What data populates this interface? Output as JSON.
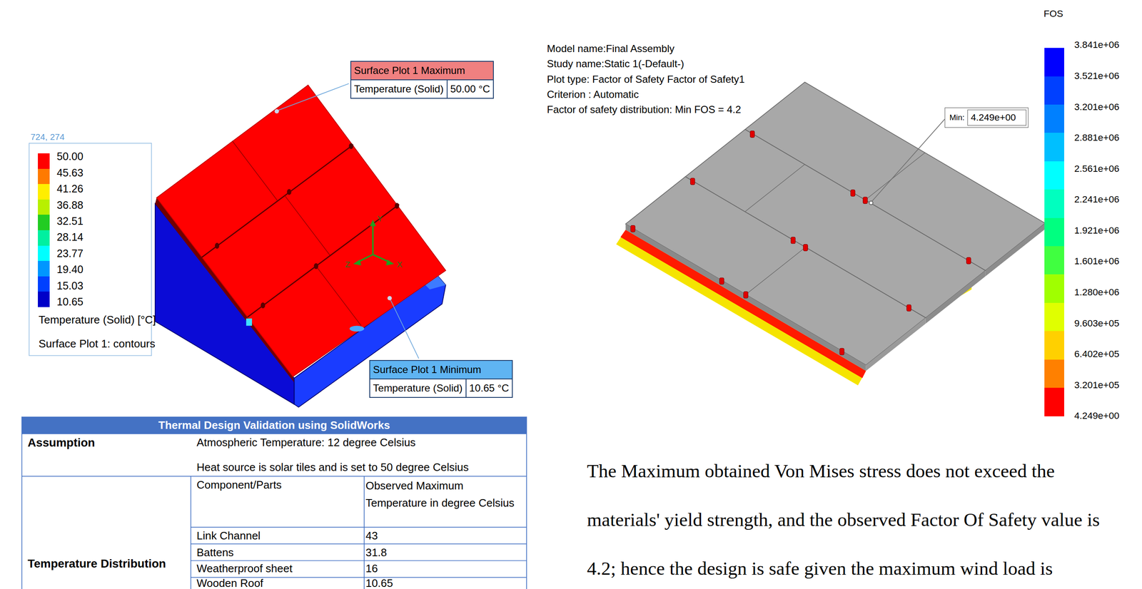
{
  "diagram": {
    "nodes": [
      {
        "text": [
          "Surface Plot 1 Maximum",
          "Temperature (Solid)",
          "50.00 °C"
        ]
      },
      {
        "text": [
          "Surface Plot 1 Minimum",
          "Temperature (Solid)",
          "10.65 °C"
        ]
      },
      {
        "text": [
          "Min:",
          "4.249e+00"
        ]
      }
    ],
    "labels": [
      "724, 274",
      "Temperature (Solid) [°C]",
      "Surface Plot 1: contours",
      "Thermal Design Validation using SolidWorks",
      "Assumption",
      "Atmospheric Temperature: 12 degree Celsius",
      "Heat source is solar tiles and is set to 50 degree Celsius",
      "Temperature Distribution",
      "Component/Parts",
      "Observed Maximum Temperature in degree Celsius",
      "Link Channel",
      "43",
      "Battens",
      "31.8",
      "Weatherproof sheet",
      "16",
      "Wooden Roof",
      "10.65",
      "Model name:Final Assembly",
      "Study name:Static 1(-Default-)",
      "Plot type: Factor of Safety Factor of Safety1",
      "Criterion : Automatic",
      "Factor of safety distribution: Min FOS = 4.2",
      "FOS",
      "The Maximum obtained Von Mises stress does not exceed the materials' yield strength, and the observed Factor Of Safety value is 4.2; hence the design is safe given the maximum wind load is",
      "Y",
      "Z",
      "X"
    ],
    "legend": [
      {
        "text": "50.00",
        "color": "#ff0000"
      },
      {
        "text": "45.63",
        "color": "#ff7a00"
      },
      {
        "text": "41.26",
        "color": "#ffee00"
      },
      {
        "text": "36.88",
        "color": "#b8f000"
      },
      {
        "text": "32.51",
        "color": "#22cc22"
      },
      {
        "text": "28.14",
        "color": "#00f0a0"
      },
      {
        "text": "23.77",
        "color": "#00ffff"
      },
      {
        "text": "19.40",
        "color": "#0096ff"
      },
      {
        "text": "15.03",
        "color": "#0040ff"
      },
      {
        "text": "10.65",
        "color": "#0000c8"
      },
      {
        "text": "3.841e+06",
        "color": "#0000ff"
      },
      {
        "text": "3.521e+06",
        "color": "#0040ff"
      },
      {
        "text": "3.201e+06",
        "color": "#0080ff"
      },
      {
        "text": "2.881e+06",
        "color": "#00bfff"
      },
      {
        "text": "2.561e+06",
        "color": "#00ffff"
      },
      {
        "text": "2.241e+06",
        "color": "#00ffbf"
      },
      {
        "text": "1.921e+06",
        "color": "#00ff80"
      },
      {
        "text": "1.601e+06",
        "color": "#40ff40"
      },
      {
        "text": "1.280e+06",
        "color": "#a0ff00"
      },
      {
        "text": "9.603e+05",
        "color": "#e0ff00"
      },
      {
        "text": "6.402e+05",
        "color": "#ffd000"
      },
      {
        "text": "3.201e+05",
        "color": "#ff8000"
      },
      {
        "text": "4.249e+00",
        "color": "#ff0000"
      }
    ]
  }
}
